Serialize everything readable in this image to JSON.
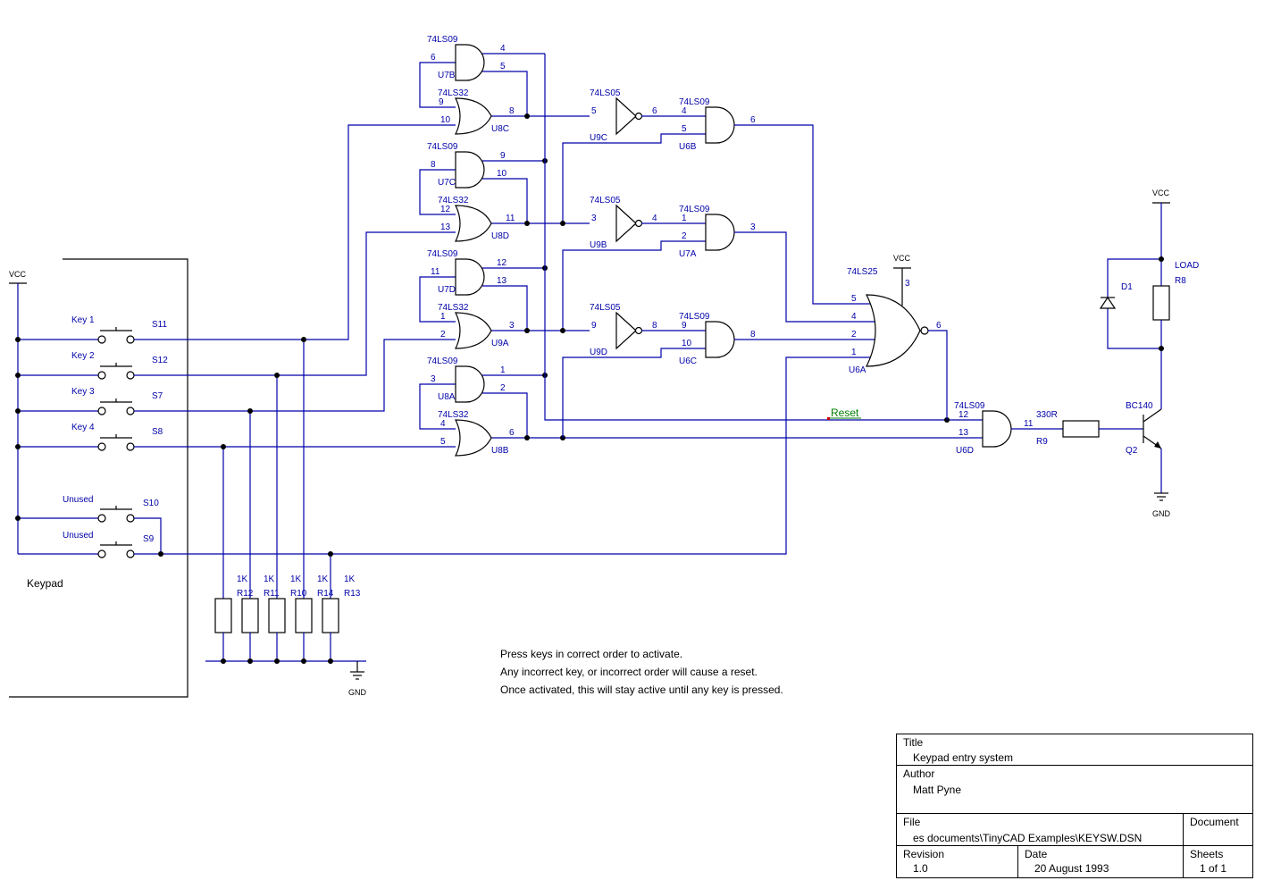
{
  "rails": {
    "vcc": "VCC",
    "gnd": "GND"
  },
  "keypad": {
    "label": "Keypad",
    "switches": [
      {
        "key": "Key 1",
        "ref": "S11"
      },
      {
        "key": "Key 2",
        "ref": "S12"
      },
      {
        "key": "Key 3",
        "ref": "S7"
      },
      {
        "key": "Key 4",
        "ref": "S8"
      },
      {
        "key": "Unused",
        "ref": "S10"
      },
      {
        "key": "Unused",
        "ref": "S9"
      }
    ]
  },
  "resistors": [
    {
      "value": "1K",
      "ref": "R12"
    },
    {
      "value": "1K",
      "ref": "R11"
    },
    {
      "value": "1K",
      "ref": "R10"
    },
    {
      "value": "1K",
      "ref": "R14"
    },
    {
      "value": "1K",
      "ref": "R13"
    }
  ],
  "gates": {
    "u7b": {
      "type": "74LS09",
      "ref": "U7B",
      "pins": [
        "6",
        "5",
        "4"
      ]
    },
    "u8c": {
      "type": "74LS32",
      "ref": "U8C",
      "pins": [
        "9",
        "10",
        "8"
      ]
    },
    "u7c": {
      "type": "74LS09",
      "ref": "U7C",
      "pins": [
        "8",
        "10",
        "9"
      ]
    },
    "u8d": {
      "type": "74LS32",
      "ref": "U8D",
      "pins": [
        "12",
        "13",
        "11"
      ]
    },
    "u7d": {
      "type": "74LS09",
      "ref": "U7D",
      "pins": [
        "11",
        "13",
        "12"
      ]
    },
    "u9a": {
      "type": "74LS32",
      "ref": "U9A",
      "pins": [
        "1",
        "2",
        "3"
      ]
    },
    "u8a": {
      "type": "74LS09",
      "ref": "U8A",
      "pins": [
        "3",
        "2",
        "1"
      ]
    },
    "u8b": {
      "type": "74LS32",
      "ref": "U8B",
      "pins": [
        "4",
        "5",
        "6"
      ]
    },
    "u9c": {
      "type": "74LS05",
      "ref": "U9C",
      "pins": [
        "5",
        "6"
      ]
    },
    "u9b": {
      "type": "74LS05",
      "ref": "U9B",
      "pins": [
        "3",
        "4"
      ]
    },
    "u9d": {
      "type": "74LS05",
      "ref": "U9D",
      "pins": [
        "9",
        "8"
      ]
    },
    "u6b": {
      "type": "74LS09",
      "ref": "U6B",
      "pins": [
        "4",
        "5",
        "6"
      ]
    },
    "u7a": {
      "type": "74LS09",
      "ref": "U7A",
      "pins": [
        "1",
        "2",
        "3"
      ]
    },
    "u6c": {
      "type": "74LS09",
      "ref": "U6C",
      "pins": [
        "9",
        "10",
        "8"
      ]
    },
    "u6a": {
      "type": "74LS25",
      "ref": "U6A",
      "pins": [
        "5",
        "4",
        "2",
        "1",
        "6",
        "3"
      ],
      "vcc": "VCC"
    },
    "u6d": {
      "type": "74LS09",
      "ref": "U6D",
      "pins": [
        "12",
        "13",
        "11"
      ]
    }
  },
  "reset_label": "Reset",
  "output": {
    "r9": {
      "value": "330R",
      "ref": "R9"
    },
    "q2": {
      "type": "BC140",
      "ref": "Q2"
    },
    "d1": {
      "ref": "D1"
    },
    "r8": {
      "value": "LOAD",
      "ref": "R8"
    }
  },
  "notes": [
    "Press keys in correct order to activate.",
    "Any incorrect key, or incorrect order will cause a reset.",
    "Once activated, this will stay active until any key is pressed."
  ],
  "title_block": {
    "title_label": "Title",
    "title": "Keypad entry system",
    "author_label": "Author",
    "author": "Matt Pyne",
    "file_label": "File",
    "file": "es documents\\TinyCAD Examples\\KEYSW.DSN",
    "document_label": "Document",
    "revision_label": "Revision",
    "revision": "1.0",
    "date_label": "Date",
    "date": "20 August 1993",
    "sheets_label": "Sheets",
    "sheets": "1 of 1"
  }
}
